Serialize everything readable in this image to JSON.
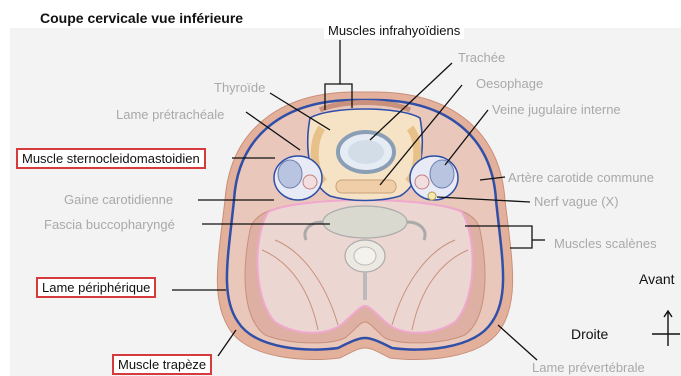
{
  "title": "Coupe cervicale vue inférieure",
  "labels": {
    "infrahyoid": "Muscles infrahyoïdiens",
    "trachea": "Trachée",
    "thyroid": "Thyroïde",
    "oesophagus": "Oesophage",
    "pretracheal": "Lame prétrachéale",
    "ijv": "Veine jugulaire interne",
    "scm": "Muscle sternocleidomastoidien",
    "carotid_artery": "Artère carotide commune",
    "carotid_sheath": "Gaine carotidienne",
    "vagus": "Nerf vague (X)",
    "buccopharyngeal": "Fascia buccopharyngé",
    "scalenes": "Muscles scalènes",
    "peripheral": "Lame périphérique",
    "prevertebral": "Lame prévertébrale",
    "trapezius": "Muscle trapèze"
  },
  "orientation": {
    "front": "Avant",
    "right": "Droite"
  },
  "colors": {
    "highlight_border": "#d63a3a",
    "fascia_blue": "#2f4fa8",
    "muscle": "#ddb0a3",
    "skin": "#e3b09c",
    "prevertebral_pink": "#f0a8cf"
  }
}
